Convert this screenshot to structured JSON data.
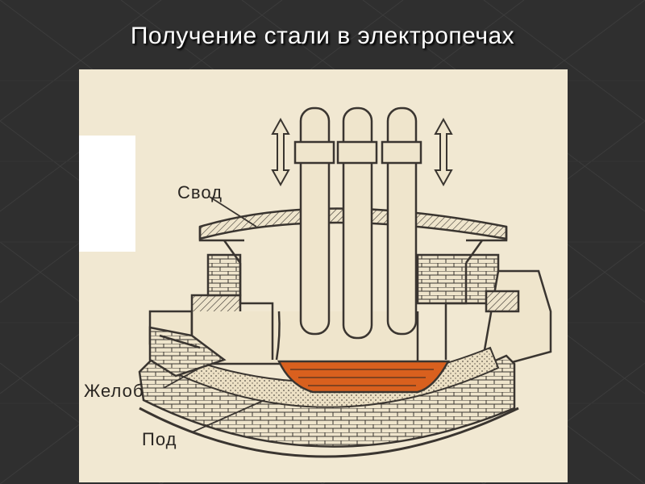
{
  "slide": {
    "title": "Получение стали в электропечах"
  },
  "diagram": {
    "labels": {
      "roof": "Свод",
      "spout": "Желоб",
      "hearth": "Под"
    },
    "colors": {
      "paper": "#f1e8d2",
      "ink": "#3a3530",
      "molten_metal": "#d9601e",
      "slide_background": "#2e2e2e"
    }
  }
}
